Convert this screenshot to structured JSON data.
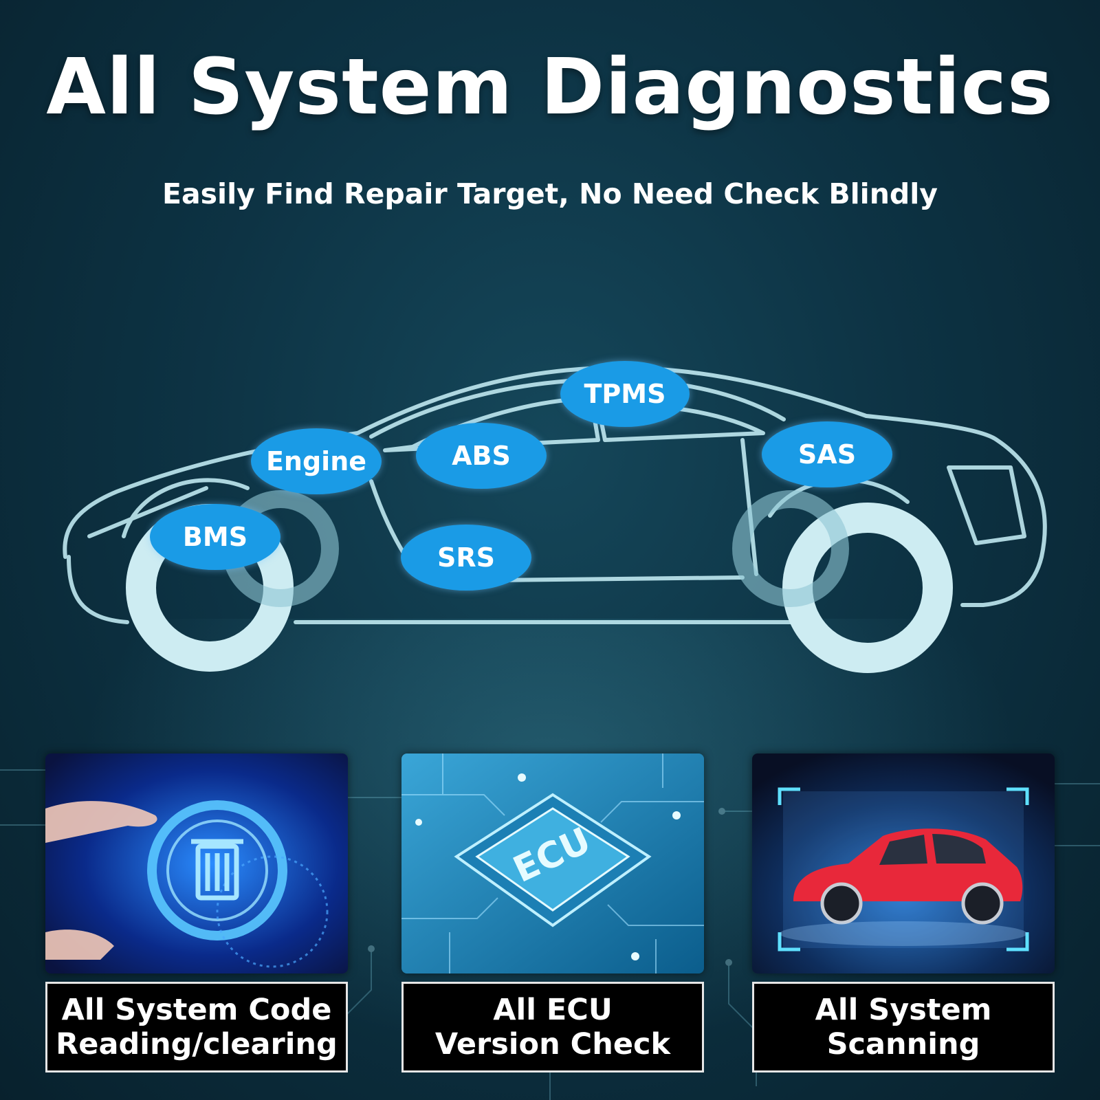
{
  "header": {
    "title": "All System Diagnostics",
    "subtitle": "Easily Find Repair Target, No Need Check Blindly"
  },
  "systems": [
    "TPMS",
    "Engine",
    "ABS",
    "SAS",
    "BMS",
    "SRS"
  ],
  "features": [
    {
      "line1": "All System Code",
      "line2": "Reading/clearing",
      "icon": "trash-icon"
    },
    {
      "line1": "All ECU",
      "line2": "Version Check",
      "chip_text": "ECU"
    },
    {
      "line1": "All System",
      "line2": "Scanning",
      "icon": "car-icon"
    }
  ],
  "colors": {
    "bubble": "#1a9be6",
    "car_outline": "#bfe8f0",
    "background": "#0d3344"
  }
}
